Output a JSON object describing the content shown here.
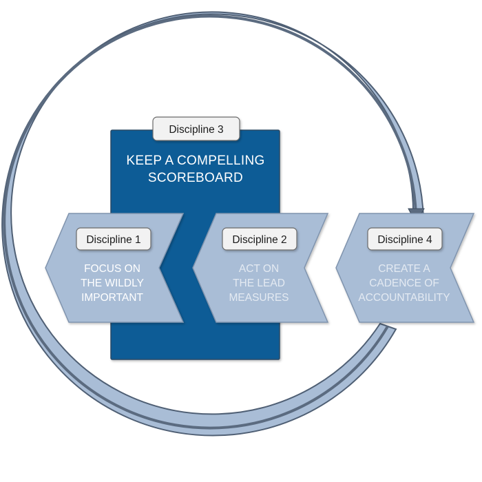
{
  "colors": {
    "ring_fill": "#a9bdd6",
    "ring_stroke": "#4f5f74",
    "ring_inner_line": "#5b6b80",
    "box_fill": "#0a5c96",
    "box_stroke": "#2a4a66",
    "chevron_fill": "#a9bdd6",
    "chevron_stroke": "#7f93ad",
    "chip_fill": "#f2f2f2",
    "chip_stroke": "#6a6a6a",
    "text_dark": "#1a1a1a",
    "text_light": "#ffffff",
    "text_muted": "#e4eaf2"
  },
  "discipline3": {
    "chip": "Discipline 3",
    "line1": "KEEP A COMPELLING",
    "line2": "SCOREBOARD"
  },
  "discipline1": {
    "chip": "Discipline 1",
    "line1": "FOCUS ON",
    "line2": "THE WILDLY",
    "line3": "IMPORTANT"
  },
  "discipline2": {
    "chip": "Discipline 2",
    "line1": "ACT ON",
    "line2": "THE LEAD",
    "line3": "MEASURES"
  },
  "discipline4": {
    "chip": "Discipline 4",
    "line1": "CREATE A",
    "line2": "CADENCE OF",
    "line3": "ACCOUNTABILITY"
  }
}
